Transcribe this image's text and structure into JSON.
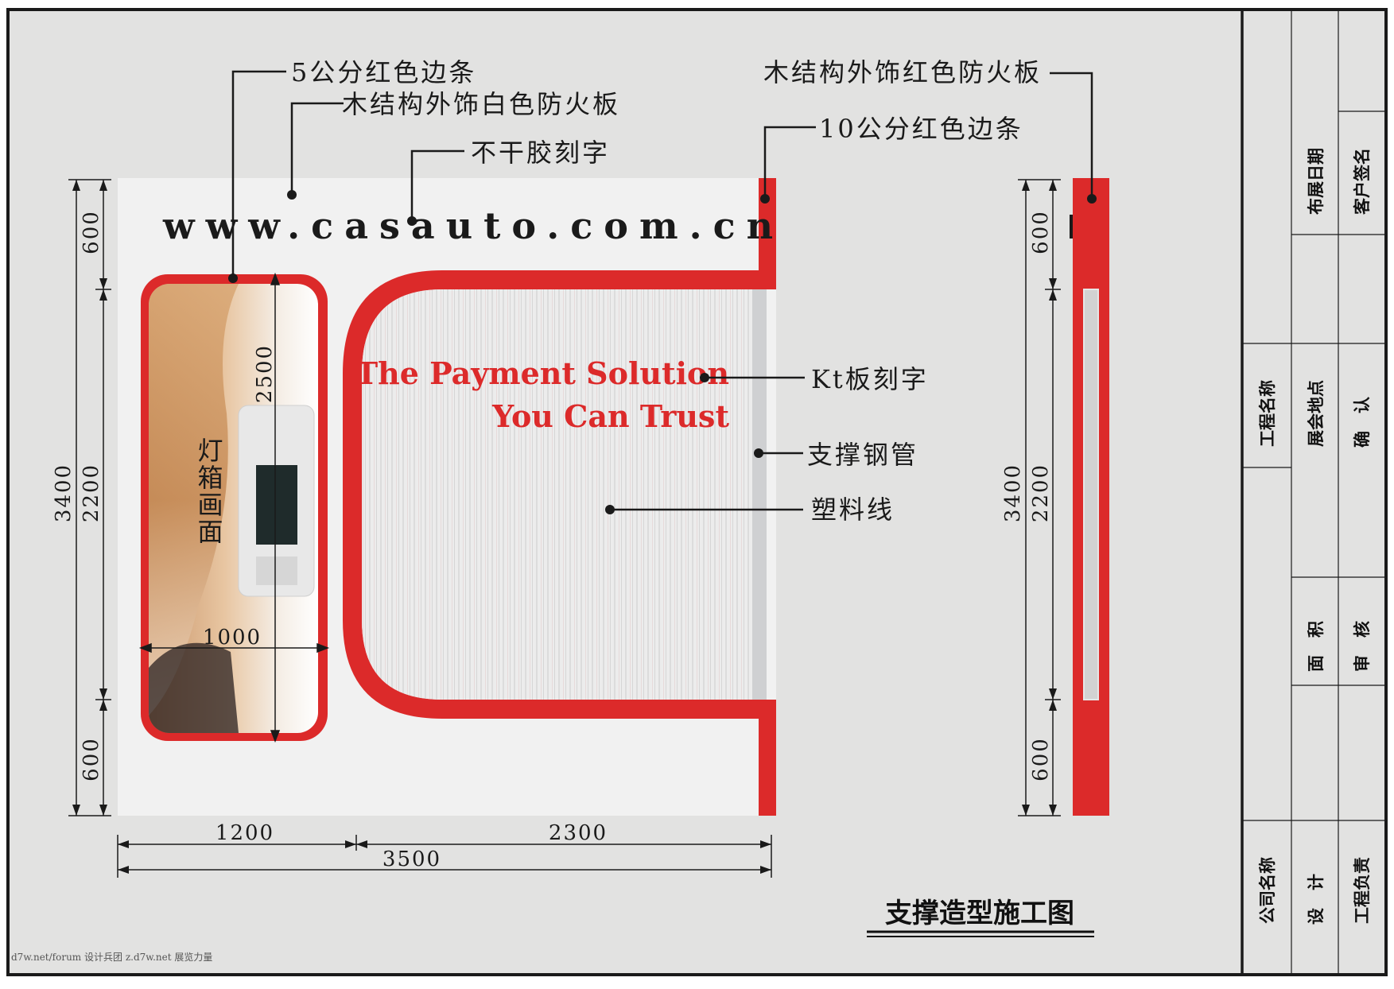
{
  "labels": {
    "red_edge_5cm": "5公分红色边条",
    "white_fireboard": "木结构外饰白色防火板",
    "non_adhesive_lettering": "不干胶刻字",
    "red_fireboard": "木结构外饰红色防火板",
    "red_edge_10cm": "10公分红色边条",
    "kt_board_lettering": "Kt板刻字",
    "steel_pipe": "支撑钢管",
    "plastic_line": "塑料线",
    "lightbox_image": "灯箱画面"
  },
  "panel": {
    "url": "www.casauto.com.cn",
    "slogan_line1": "The Payment Solution",
    "slogan_line2": "You Can Trust"
  },
  "dimensions": {
    "total_height": "3400",
    "top_section": "600",
    "middle_section": "2200",
    "bottom_section": "600",
    "lightbox_height": "2500",
    "lightbox_width": "1000",
    "left_width": "1200",
    "right_width": "2300",
    "total_width": "3500"
  },
  "drawing_title": "支撑造型施工图",
  "title_block": {
    "company_name": "公司名称",
    "design": "设计",
    "project_manager": "工程负责",
    "project_name": "工程名称",
    "venue": "展会地点",
    "confirm": "确认",
    "area": "面积",
    "review": "审核",
    "setup_date": "布展日期",
    "client_signature": "客户签名"
  },
  "watermark": "d7w.net/forum 设计兵团 z.d7w.net 展览力量",
  "colors": {
    "red": "#dc2a2a",
    "background": "#e2e2e1",
    "panel": "#f0f0f0",
    "border": "#1a1a1a"
  }
}
